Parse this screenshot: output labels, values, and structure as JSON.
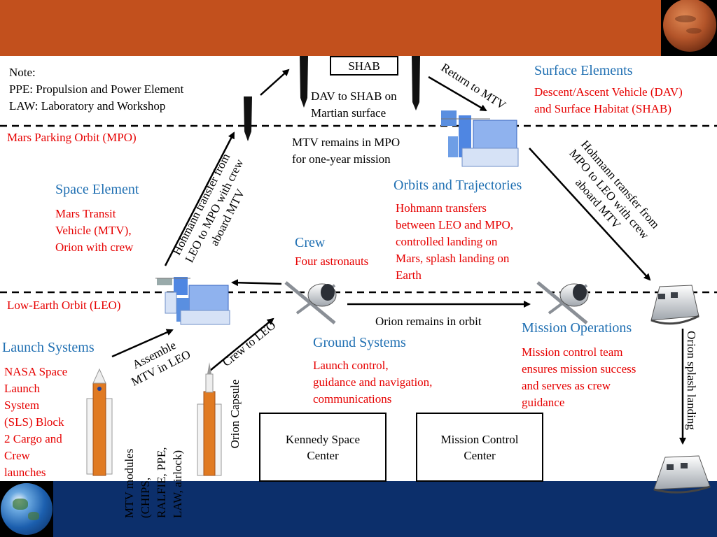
{
  "colors": {
    "top_band": "#c2501d",
    "bottom_band": "#0c2f6b",
    "label_red": "#e60000",
    "label_blue": "#1f6fb2"
  },
  "note": {
    "title": "Note:",
    "line1": "PPE: Propulsion and Power Element",
    "line2": "LAW: Laboratory and Workshop"
  },
  "shab_label": "SHAB",
  "dav_to_shab": {
    "line1": "DAV to SHAB on",
    "line2": "Martian surface"
  },
  "return_to_mtv": "Return to MTV",
  "surface": {
    "title": "Surface Elements",
    "line1": "Descent/Ascent Vehicle (DAV)",
    "line2": "and Surface Habitat (SHAB)"
  },
  "mpo_label": "Mars Parking Orbit (MPO)",
  "mtv_remains": {
    "line1": "MTV remains in MPO",
    "line2": "for one-year mission"
  },
  "transfer_up": {
    "line1": "Hohmann transfer from",
    "line2": "LEO to MPO with crew",
    "line3": "aboard MTV"
  },
  "transfer_down": {
    "line1": "Hohmann transfer from",
    "line2": "MPO to LEO with crew",
    "line3": "aboard MTV"
  },
  "space_element": {
    "title": "Space Element",
    "line1": "Mars Transit",
    "line2": "Vehicle (MTV),",
    "line3": "Orion with crew"
  },
  "orbits": {
    "title": "Orbits and Trajectories",
    "line1": "Hohmann transfers",
    "line2": "between LEO and MPO,",
    "line3": "controlled landing on",
    "line4": "Mars, splash landing on",
    "line5": "Earth"
  },
  "crew": {
    "title": "Crew",
    "line1": "Four astronauts"
  },
  "leo_label": "Low-Earth Orbit (LEO)",
  "orion_remains": "Orion remains in orbit",
  "mission_ops": {
    "title": "Mission Operations",
    "line1": "Mission control team",
    "line2": "ensures mission success",
    "line3": "and serves as crew",
    "line4": "guidance"
  },
  "orion_splash": "Orion splash landing",
  "launch": {
    "title": "Launch Systems",
    "line1": "NASA Space",
    "line2": "Launch",
    "line3": "System",
    "line4": "(SLS) Block",
    "line5": "2 Cargo and",
    "line6": "Crew",
    "line7": "launches"
  },
  "assemble": {
    "line1": "Assemble",
    "line2": "MTV in LEO"
  },
  "crew_to_leo": "Crew to LEO",
  "ground": {
    "title": "Ground Systems",
    "line1": "Launch control,",
    "line2": "guidance and navigation,",
    "line3": "communications"
  },
  "mtv_modules": {
    "line1": "MTV modules",
    "line2": "(CHIPS,",
    "line3": "RALFIE, PPE,",
    "line4": "LAW, airlock)"
  },
  "orion_capsule": "Orion Capsule",
  "ksc": {
    "line1": "Kennedy Space",
    "line2": "Center"
  },
  "mcc": {
    "line1": "Mission Control",
    "line2": "Center"
  }
}
